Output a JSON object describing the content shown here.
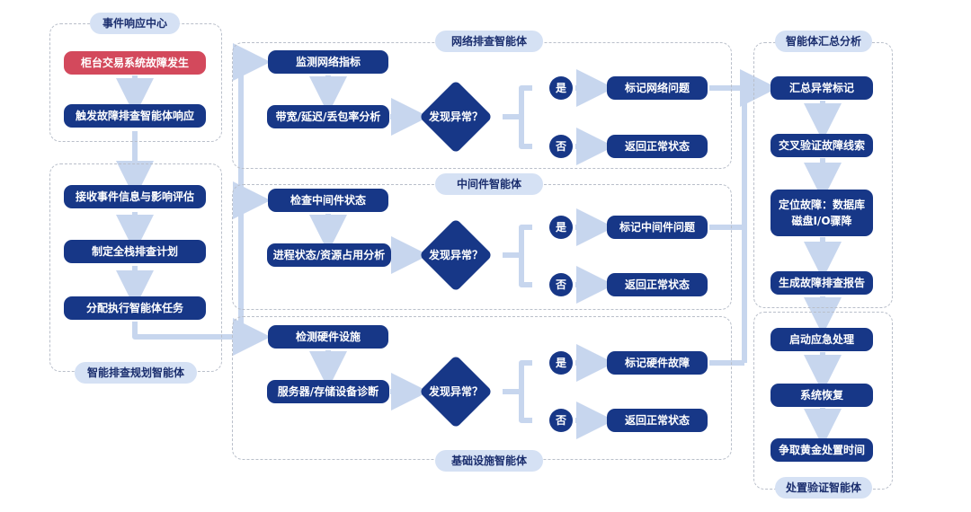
{
  "colors": {
    "node": "#173787",
    "alert": "#d3495c",
    "tag_bg": "#d5e1f4",
    "arrow": "#c7d6ee",
    "border": "#b9bfca"
  },
  "sections": {
    "event_center": "事件响应中心",
    "planning": "智能排查规划智能体",
    "network": "网络排查智能体",
    "middleware": "中间件智能体",
    "infrastructure": "基础设施智能体",
    "summary": "智能体汇总分析",
    "handling": "处置验证智能体"
  },
  "left": {
    "trigger": "柜台交易系统故障发生",
    "respond": "触发故障排查智能体响应",
    "receive": "接收事件信息与影响评估",
    "plan": "制定全栈排查计划",
    "assign": "分配执行智能体任务"
  },
  "network": {
    "monitor": "监测网络指标",
    "analyze": "带宽/延迟/丢包率分析",
    "decision": "发现异常？",
    "yes": "是",
    "no": "否",
    "mark": "标记网络问题",
    "normal": "返回正常状态"
  },
  "middleware": {
    "check": "检查中间件状态",
    "analyze": "进程状态/资源占用分析",
    "decision": "发现异常？",
    "yes": "是",
    "no": "否",
    "mark": "标记中间件问题",
    "normal": "返回正常状态"
  },
  "infrastructure": {
    "check": "检测硬件设施",
    "analyze": "服务器/存储设备诊断",
    "decision": "发现异常？",
    "yes": "是",
    "no": "否",
    "mark": "标记硬件故障",
    "normal": "返回正常状态"
  },
  "summary": {
    "aggregate": "汇总异常标记",
    "verify": "交叉验证故障线索",
    "locate": "定位故障：数据库磁盘I/O骤降",
    "report": "生成故障排查报告"
  },
  "handling": {
    "emergency": "启动应急处理",
    "recover": "系统恢复",
    "golden": "争取黄金处置时间"
  }
}
